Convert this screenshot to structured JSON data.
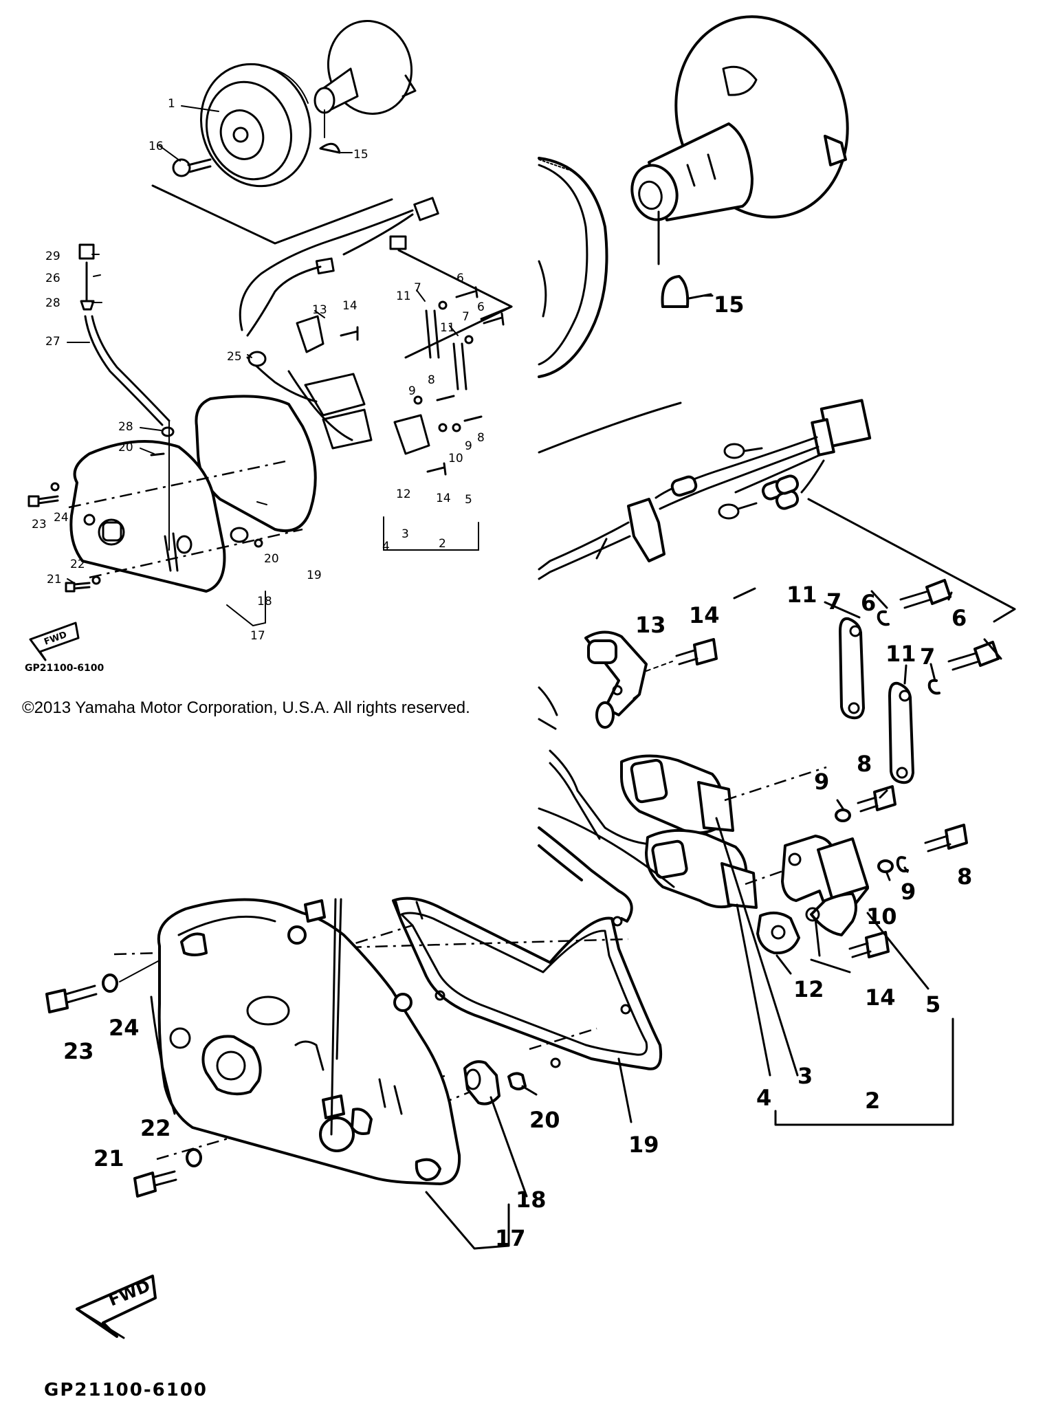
{
  "copyright": "©2013 Yamaha Motor Corporation, U.S.A. All rights reserved.",
  "diagram_code": "GP21100-6100",
  "fwd_label": "FWD",
  "small_callouts": [
    {
      "id": "s1",
      "text": "1"
    },
    {
      "id": "s2",
      "text": "2"
    },
    {
      "id": "s3",
      "text": "3"
    },
    {
      "id": "s4",
      "text": "4"
    },
    {
      "id": "s5",
      "text": "5"
    },
    {
      "id": "s6a",
      "text": "6"
    },
    {
      "id": "s6b",
      "text": "6"
    },
    {
      "id": "s7a",
      "text": "7"
    },
    {
      "id": "s7b",
      "text": "7"
    },
    {
      "id": "s8a",
      "text": "8"
    },
    {
      "id": "s8b",
      "text": "8"
    },
    {
      "id": "s9a",
      "text": "9"
    },
    {
      "id": "s9b",
      "text": "9"
    },
    {
      "id": "s10",
      "text": "10"
    },
    {
      "id": "s11a",
      "text": "11"
    },
    {
      "id": "s11b",
      "text": "11"
    },
    {
      "id": "s12",
      "text": "12"
    },
    {
      "id": "s13",
      "text": "13"
    },
    {
      "id": "s14a",
      "text": "14"
    },
    {
      "id": "s14b",
      "text": "14"
    },
    {
      "id": "s15",
      "text": "15"
    },
    {
      "id": "s16",
      "text": "16"
    },
    {
      "id": "s17",
      "text": "17"
    },
    {
      "id": "s18",
      "text": "18"
    },
    {
      "id": "s19",
      "text": "19"
    },
    {
      "id": "s20a",
      "text": "20"
    },
    {
      "id": "s20b",
      "text": "20"
    },
    {
      "id": "s21",
      "text": "21"
    },
    {
      "id": "s22",
      "text": "22"
    },
    {
      "id": "s23",
      "text": "23"
    },
    {
      "id": "s24",
      "text": "24"
    },
    {
      "id": "s25",
      "text": "25"
    },
    {
      "id": "s26",
      "text": "26"
    },
    {
      "id": "s27",
      "text": "27"
    },
    {
      "id": "s28a",
      "text": "28"
    },
    {
      "id": "s28b",
      "text": "28"
    },
    {
      "id": "s29",
      "text": "29"
    }
  ],
  "large_callouts": [
    {
      "id": "l2",
      "text": "2"
    },
    {
      "id": "l3",
      "text": "3"
    },
    {
      "id": "l4",
      "text": "4"
    },
    {
      "id": "l5",
      "text": "5"
    },
    {
      "id": "l6a",
      "text": "6"
    },
    {
      "id": "l6b",
      "text": "6"
    },
    {
      "id": "l7a",
      "text": "7"
    },
    {
      "id": "l7b",
      "text": "7"
    },
    {
      "id": "l8a",
      "text": "8"
    },
    {
      "id": "l8b",
      "text": "8"
    },
    {
      "id": "l9a",
      "text": "9"
    },
    {
      "id": "l9b",
      "text": "9"
    },
    {
      "id": "l10",
      "text": "10"
    },
    {
      "id": "l11a",
      "text": "11"
    },
    {
      "id": "l11b",
      "text": "11"
    },
    {
      "id": "l12",
      "text": "12"
    },
    {
      "id": "l13",
      "text": "13"
    },
    {
      "id": "l14a",
      "text": "14"
    },
    {
      "id": "l14b",
      "text": "14"
    },
    {
      "id": "l15",
      "text": "15"
    },
    {
      "id": "l17",
      "text": "17"
    },
    {
      "id": "l18",
      "text": "18"
    },
    {
      "id": "l19",
      "text": "19"
    },
    {
      "id": "l20",
      "text": "20"
    },
    {
      "id": "l21",
      "text": "21"
    },
    {
      "id": "l22",
      "text": "22"
    },
    {
      "id": "l23",
      "text": "23"
    },
    {
      "id": "l24",
      "text": "24"
    }
  ]
}
